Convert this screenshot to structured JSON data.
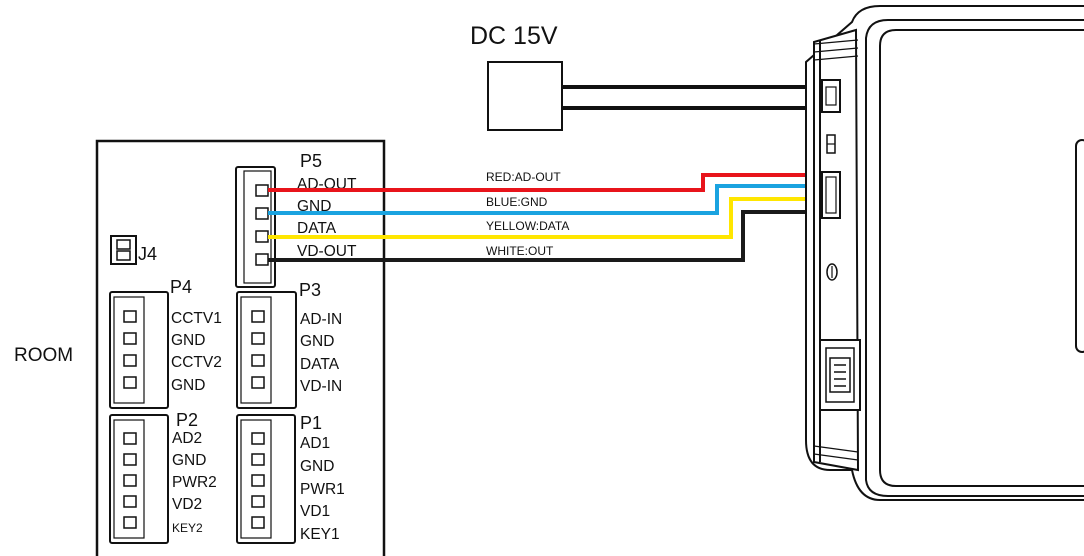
{
  "power": {
    "label": "DC 15V"
  },
  "room_label": "ROOM",
  "j4": {
    "label": "J4"
  },
  "connectors": [
    {
      "id": "P5",
      "label": "P5",
      "pins": [
        "AD-OUT",
        "GND",
        "DATA",
        "VD-OUT"
      ]
    },
    {
      "id": "P4",
      "label": "P4",
      "pins": [
        "CCTV1",
        "GND",
        "CCTV2",
        "GND"
      ]
    },
    {
      "id": "P3",
      "label": "P3",
      "pins": [
        "AD-IN",
        "GND",
        "DATA",
        "VD-IN"
      ]
    },
    {
      "id": "P2",
      "label": "P2",
      "pins": [
        "AD2",
        "GND",
        "PWR2",
        "VD2",
        "KEY2"
      ]
    },
    {
      "id": "P1",
      "label": "P1",
      "pins": [
        "AD1",
        "GND",
        "PWR1",
        "VD1",
        "KEY1"
      ]
    }
  ],
  "wires": [
    {
      "label": "RED:AD-OUT",
      "color": "#e8141b"
    },
    {
      "label": "BLUE:GND",
      "color": "#1aa3e0"
    },
    {
      "label": "YELLOW:DATA",
      "color": "#ffe600"
    },
    {
      "label": "WHITE:OUT",
      "color": "#1a1a1a"
    }
  ]
}
